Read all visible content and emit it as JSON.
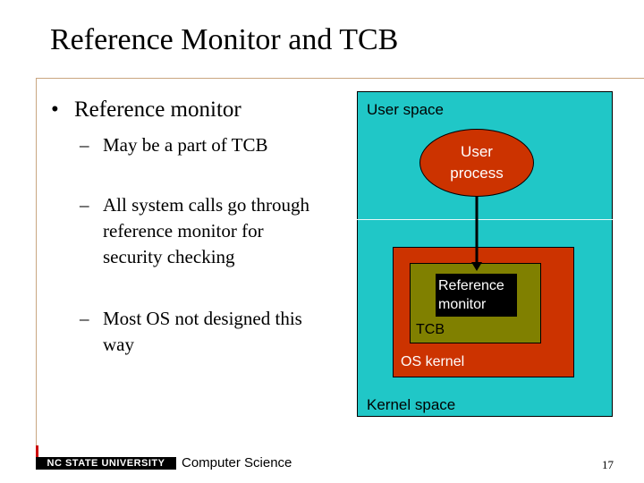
{
  "slide": {
    "title": "Reference Monitor and TCB",
    "bullet_marker": "•",
    "bullet": "Reference monitor",
    "sub_marker": "–",
    "sub_bullets": [
      "May be a part of TCB",
      "All system calls go through\nreference monitor for\nsecurity checking",
      "Most OS not designed this\nway"
    ]
  },
  "diagram": {
    "user_space_label": "User space",
    "user_process_label": "User\nprocess",
    "reference_monitor_label": "Reference\nmonitor",
    "tcb_label": "TCB",
    "os_kernel_label": "OS kernel",
    "kernel_space_label": "Kernel space",
    "colors": {
      "user_space": "#20c7c7",
      "user_process": "#cc3300",
      "os_kernel": "#cc3300",
      "tcb": "#808000",
      "reference_monitor": "#000000"
    }
  },
  "footer": {
    "university": "NC STATE UNIVERSITY",
    "department": "Computer Science",
    "page_number": "17"
  }
}
